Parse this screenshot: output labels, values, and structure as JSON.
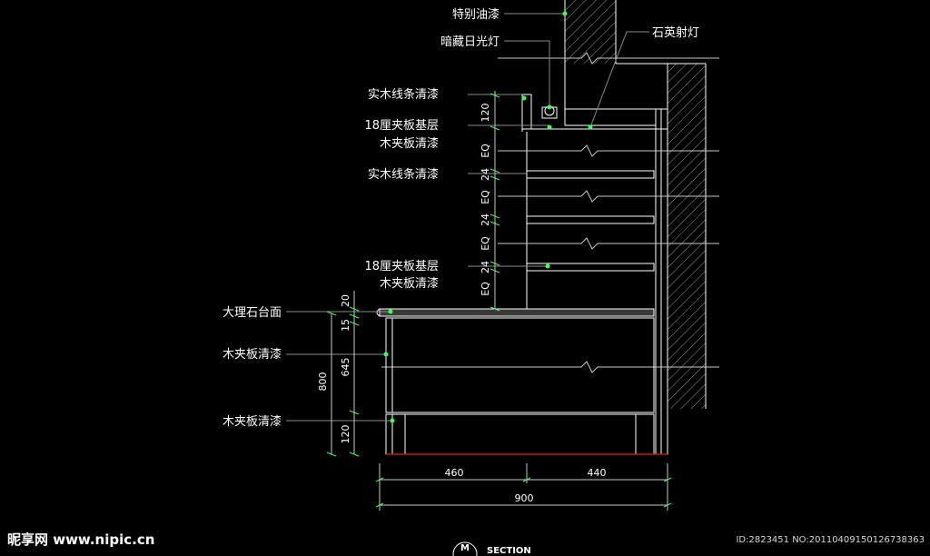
{
  "labels_left": [
    "特别油漆",
    "暗藏日光灯",
    "实木线条清漆",
    "18厘夹板基层",
    "木夹板清漆",
    "实木线条清漆",
    "18厘夹板基层",
    "木夹板清漆",
    "大理石台面",
    "木夹板清漆",
    "木夹板清漆"
  ],
  "label_right": "石英射灯",
  "dims_vertical_upper": [
    "120",
    "EQ",
    "24",
    "EQ",
    "24",
    "EQ",
    "24",
    "EQ"
  ],
  "dims_vertical_lower": [
    "20",
    "15",
    "645",
    "120"
  ],
  "dim_total_height": "800",
  "dims_bottom": [
    "460",
    "440"
  ],
  "dim_total_width": "900",
  "section_marker": "M",
  "section_label": "SECTION",
  "watermark": "昵享网 www.nipic.cn",
  "image_id": "ID:2823451 NO:20110409150126738363",
  "colors": {
    "line": "#ffffff",
    "leader": "#8a8a8a",
    "green": "#3cff5a",
    "hatch": "#9a9a9a",
    "floor": "#c01818"
  }
}
